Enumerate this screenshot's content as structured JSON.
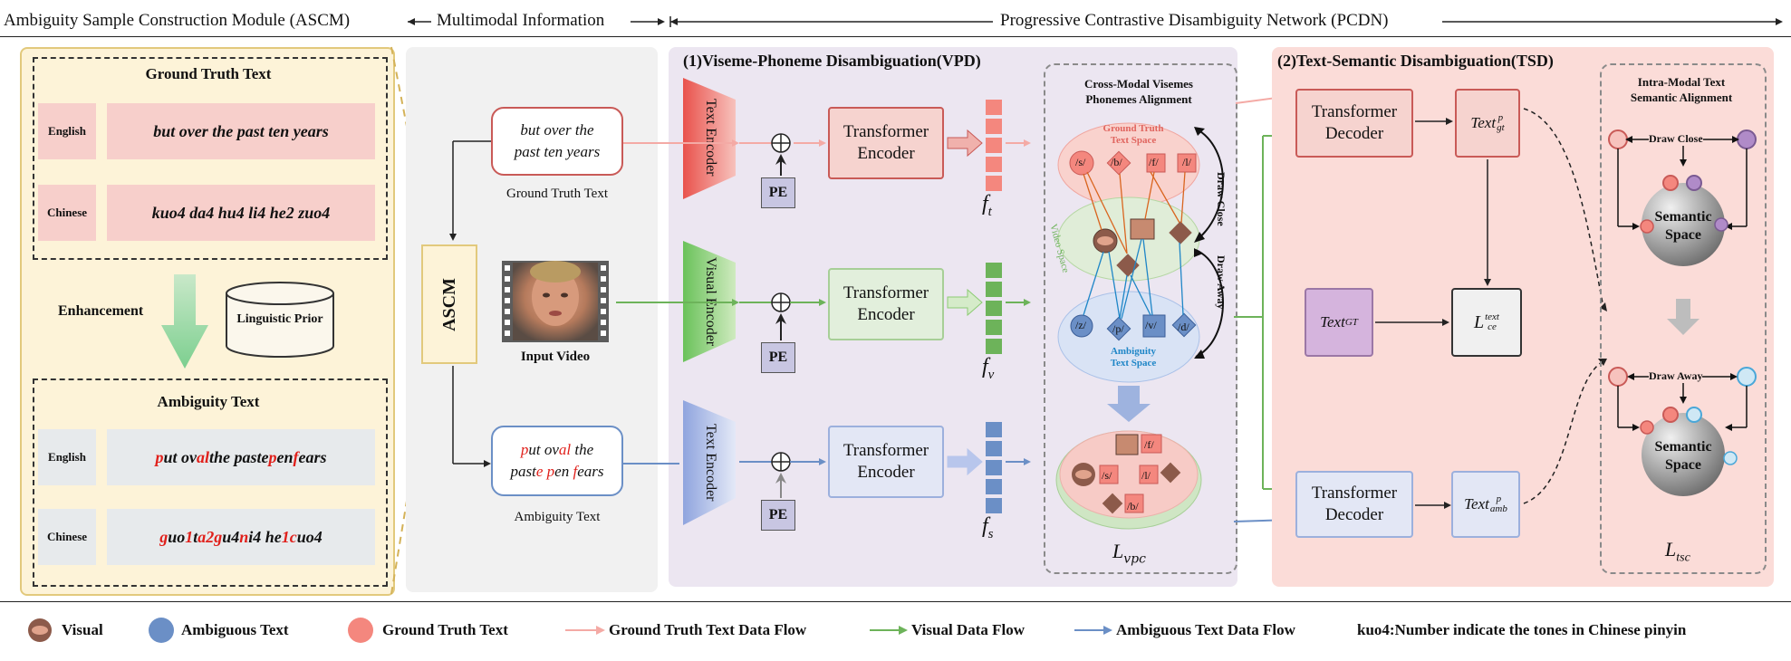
{
  "header": {
    "ascm_title": "Ambiguity Sample Construction Module (ASCM)",
    "multimodal": "Multimodal Information",
    "pcdn_title": "Progressive Contrastive Disambiguity Network (PCDN)"
  },
  "ascm": {
    "gt_heading": "Ground Truth Text",
    "english_label": "English",
    "chinese_label": "Chinese",
    "gt_english": "but over the past ten years",
    "gt_chinese": "kuo4 da4 hu4 li4 he2 zuo4",
    "enhancement": "Enhancement",
    "linguistic_prior": "Linguistic Prior",
    "amb_heading": "Ambiguity Text",
    "amb_english_segments": [
      {
        "t": "p",
        "red": true
      },
      {
        "t": "ut ov",
        "red": false
      },
      {
        "t": "al",
        "red": true
      },
      {
        "t": " the paste",
        "red": false
      },
      {
        "t": " p",
        "red": true
      },
      {
        "t": "en ",
        "red": false
      },
      {
        "t": "f",
        "red": true
      },
      {
        "t": "ears",
        "red": false
      }
    ],
    "amb_chinese_segments": [
      {
        "t": "g",
        "red": true
      },
      {
        "t": "uo",
        "red": false
      },
      {
        "t": "1 ",
        "red": true
      },
      {
        "t": "t",
        "red": false
      },
      {
        "t": "a2 ",
        "red": true
      },
      {
        "t": "g",
        "red": true
      },
      {
        "t": "u4 ",
        "red": false
      },
      {
        "t": "n",
        "red": true
      },
      {
        "t": "i4 he",
        "red": false
      },
      {
        "t": "1 ",
        "red": true
      },
      {
        "t": "c",
        "red": true
      },
      {
        "t": "uo4",
        "red": false
      }
    ]
  },
  "multimodal": {
    "ascm_box": "ASCM",
    "gt_text_line1": "but over the",
    "gt_text_line2": "past ten years",
    "gt_caption": "Ground Truth Text",
    "video_caption": "Input Video",
    "amb_line1_segments": [
      {
        "t": "p",
        "red": true
      },
      {
        "t": "ut ov",
        "red": false
      },
      {
        "t": "al",
        "red": true
      },
      {
        "t": " the",
        "red": false
      }
    ],
    "amb_line2_segments": [
      {
        "t": "past",
        "red": false
      },
      {
        "t": "e",
        "red": true
      },
      {
        "t": " ",
        "red": false
      },
      {
        "t": "p",
        "red": true
      },
      {
        "t": "en ",
        "red": false
      },
      {
        "t": "f",
        "red": true
      },
      {
        "t": "ears",
        "red": false
      }
    ],
    "amb_caption": "Ambiguity Text"
  },
  "vpd": {
    "title": "(1)Viseme-Phoneme Disambiguation(VPD)",
    "text_encoder": "Text Encoder",
    "visual_encoder": "Visual Encoder",
    "pe": "PE",
    "transformer_encoder": "Transformer Encoder",
    "feature_t": "f",
    "feature_t_sub": "t",
    "feature_v": "f",
    "feature_v_sub": "v",
    "feature_s": "f",
    "feature_s_sub": "s",
    "cross_modal_title_1": "Cross-Modal Visemes",
    "cross_modal_title_2": "Phonemes Alignment",
    "gt_space_1": "Ground Truth",
    "gt_space_2": "Text Space",
    "video_space": "Video Space",
    "amb_space_1": "Ambiguity",
    "amb_space_2": "Text Space",
    "draw_close": "Draw Close",
    "draw_away": "Draw Away",
    "phonemes_gt": [
      "/s/",
      "/b/",
      "/f/",
      "/l/"
    ],
    "phonemes_amb": [
      "/z/",
      "/p/",
      "/v/",
      "/d/"
    ],
    "bottom_phonemes": [
      "/f/",
      "/s/",
      "/l/",
      "/b/"
    ],
    "loss_main": "L",
    "loss_sub": "vpc"
  },
  "tsd": {
    "title": "(2)Text-Semantic Disambiguation(TSD)",
    "transformer_decoder": "Transformer Decoder",
    "text_gt_p_main": "Text",
    "text_gt_p_sup": "p",
    "text_gt_p_sub": "gt",
    "text_gt_main": "Text",
    "text_gt_sub": "GT",
    "loss_ce_main": "L",
    "loss_ce_sup": "text",
    "loss_ce_sub": "ce",
    "text_amb_main": "Text",
    "text_amb_sup": "p",
    "text_amb_sub": "amb",
    "intra_title_1": "Intra-Modal Text",
    "intra_title_2": "Semantic Alignment",
    "draw_close": "Draw Close",
    "draw_away": "Draw Away",
    "semantic_space_1": "Semantic",
    "semantic_space_2": "Space",
    "loss_tsc_main": "L",
    "loss_tsc_sub": "tsc"
  },
  "legend": {
    "visual": "Visual",
    "ambiguous_text": "Ambiguous Text",
    "ground_truth_text": "Ground Truth Text",
    "gt_flow": "Ground Truth Text Data Flow",
    "visual_flow": "Visual Data Flow",
    "amb_flow": "Ambiguous Text Data Flow",
    "note": "kuo4:Number indicate the tones in Chinese pinyin"
  },
  "colors": {
    "gt_red": "#f07e74",
    "gt_flow": "#f4aaa5",
    "visual_green": "#6db35a",
    "amb_blue": "#6b8fc6",
    "tsd_bg": "#fbdcd8",
    "vpd_bg": "#ede7f2",
    "ascm_bg": "#fdf3d8"
  }
}
